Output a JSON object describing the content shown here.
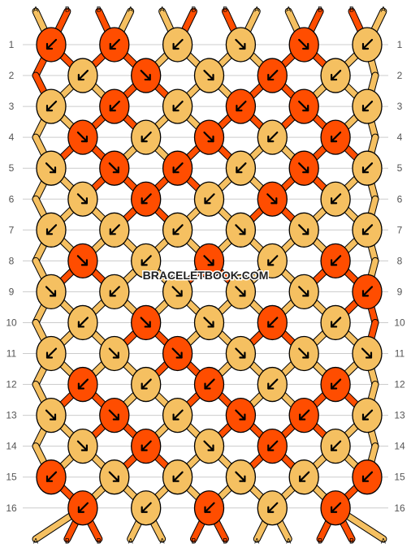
{
  "watermark": "BRACELETBOOK.COM",
  "colors": {
    "A": "#f5c061",
    "B": "#ff4d00",
    "outline": "#000000",
    "gridline": "#cccccc",
    "background": "#ffffff"
  },
  "top_strands": [
    "A",
    "B",
    "B",
    "A",
    "A",
    "B",
    "B",
    "A",
    "A",
    "B",
    "B",
    "A"
  ],
  "bottom_strands": [
    "A",
    "B",
    "B",
    "A",
    "A",
    "B",
    "B",
    "A",
    "A",
    "B",
    "B",
    "A"
  ],
  "row_numbers": [
    "1",
    "2",
    "3",
    "4",
    "5",
    "6",
    "7",
    "8",
    "9",
    "10",
    "11",
    "12",
    "13",
    "14",
    "15",
    "16"
  ],
  "knots": [
    [
      "B:dl",
      "B:dl",
      "A:dl",
      "A:dr",
      "B:dr",
      "A:dl"
    ],
    [
      "A:dl",
      "B:dr",
      "A:dr",
      "B:dl",
      "A:dl"
    ],
    [
      "A:dl",
      "B:dl",
      "A:dl",
      "B:dl",
      "B:dr",
      "A:dl"
    ],
    [
      "B:dr",
      "A:dl",
      "B:dr",
      "A:dl",
      "B:dl"
    ],
    [
      "A:dr",
      "B:dr",
      "B:dl",
      "A:dl",
      "B:dr",
      "A:dl"
    ],
    [
      "A:dr",
      "B:dl",
      "A:dl",
      "B:dr",
      "A:dl"
    ],
    [
      "A:dl",
      "A:dl",
      "A:dl",
      "A:dr",
      "A:dr",
      "A:dl"
    ],
    [
      "B:dr",
      "A:dl",
      "B:dr",
      "A:dl",
      "B:dl"
    ],
    [
      "A:dr",
      "A:dl",
      "A:dr",
      "A:dr",
      "A:dr",
      "B:dl"
    ],
    [
      "A:dl",
      "B:dr",
      "A:dr",
      "B:dl",
      "A:dl"
    ],
    [
      "A:dl",
      "A:dr",
      "B:dr",
      "A:dr",
      "A:dr",
      "A:dr"
    ],
    [
      "B:dl",
      "A:dl",
      "B:dl",
      "A:dl",
      "B:dl"
    ],
    [
      "A:dr",
      "B:dr",
      "A:dl",
      "B:dr",
      "B:dl",
      "A:dl"
    ],
    [
      "A:dr",
      "B:dl",
      "A:dr",
      "B:dl",
      "A:dl"
    ],
    [
      "B:dl",
      "A:dr",
      "A:dl",
      "A:dr",
      "A:dl",
      "B:dl"
    ],
    [
      "B:dl",
      "A:dl",
      "B:dl",
      "A:dl",
      "B:dl"
    ]
  ]
}
